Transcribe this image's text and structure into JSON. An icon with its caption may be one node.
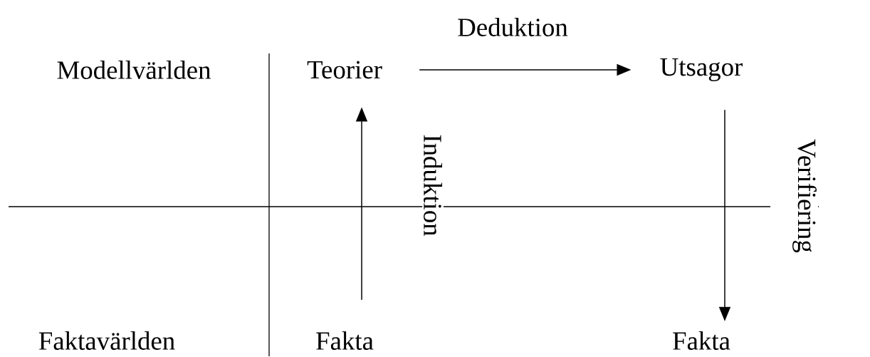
{
  "diagram": {
    "nodes": [
      {
        "text": [
          "Teorier"
        ]
      },
      {
        "text": [
          "Utsagor"
        ]
      },
      {
        "text": [
          "Fakta"
        ]
      },
      {
        "text": [
          "Fakta"
        ]
      }
    ],
    "edges": [
      {
        "from": 0,
        "to": 1,
        "arrow": "to",
        "label": "Deduktion"
      },
      {
        "from": 2,
        "to": 0,
        "arrow": "to",
        "label": "Induktion"
      },
      {
        "from": 1,
        "to": 3,
        "arrow": "to",
        "label": "Verifiering"
      }
    ],
    "labels": [
      "Modellvärlden",
      "Faktavärlden"
    ]
  }
}
